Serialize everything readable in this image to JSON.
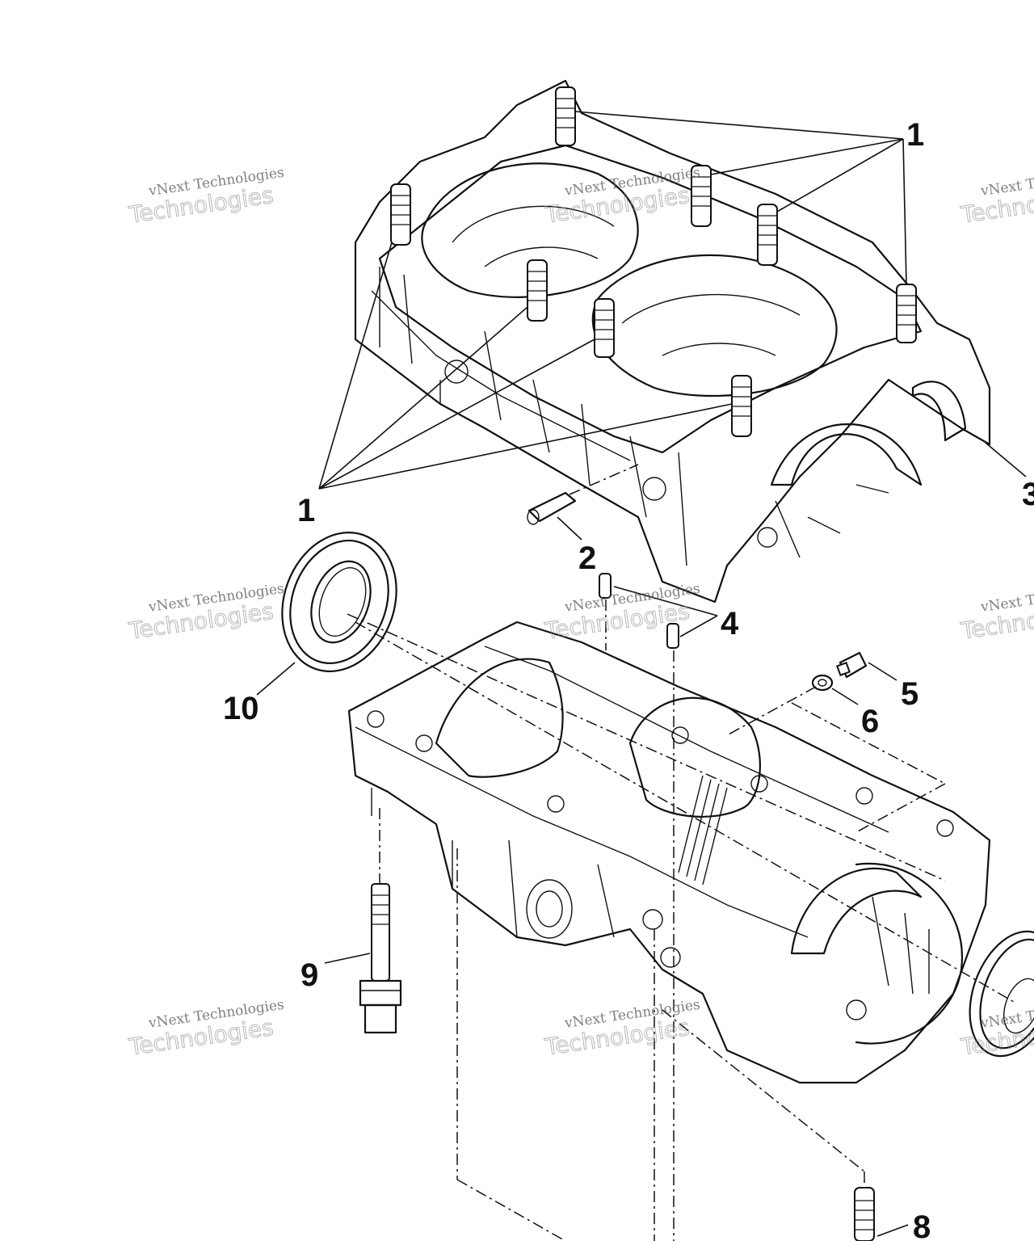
{
  "callouts": {
    "c1_top": "1",
    "c1_left": "1",
    "c2": "2",
    "c3": "3",
    "c4": "4",
    "c5": "5",
    "c6": "6",
    "c8": "8",
    "c9": "9",
    "c10": "10"
  },
  "watermark": {
    "line1": "vNext Technologies",
    "line2": "Technologies"
  }
}
